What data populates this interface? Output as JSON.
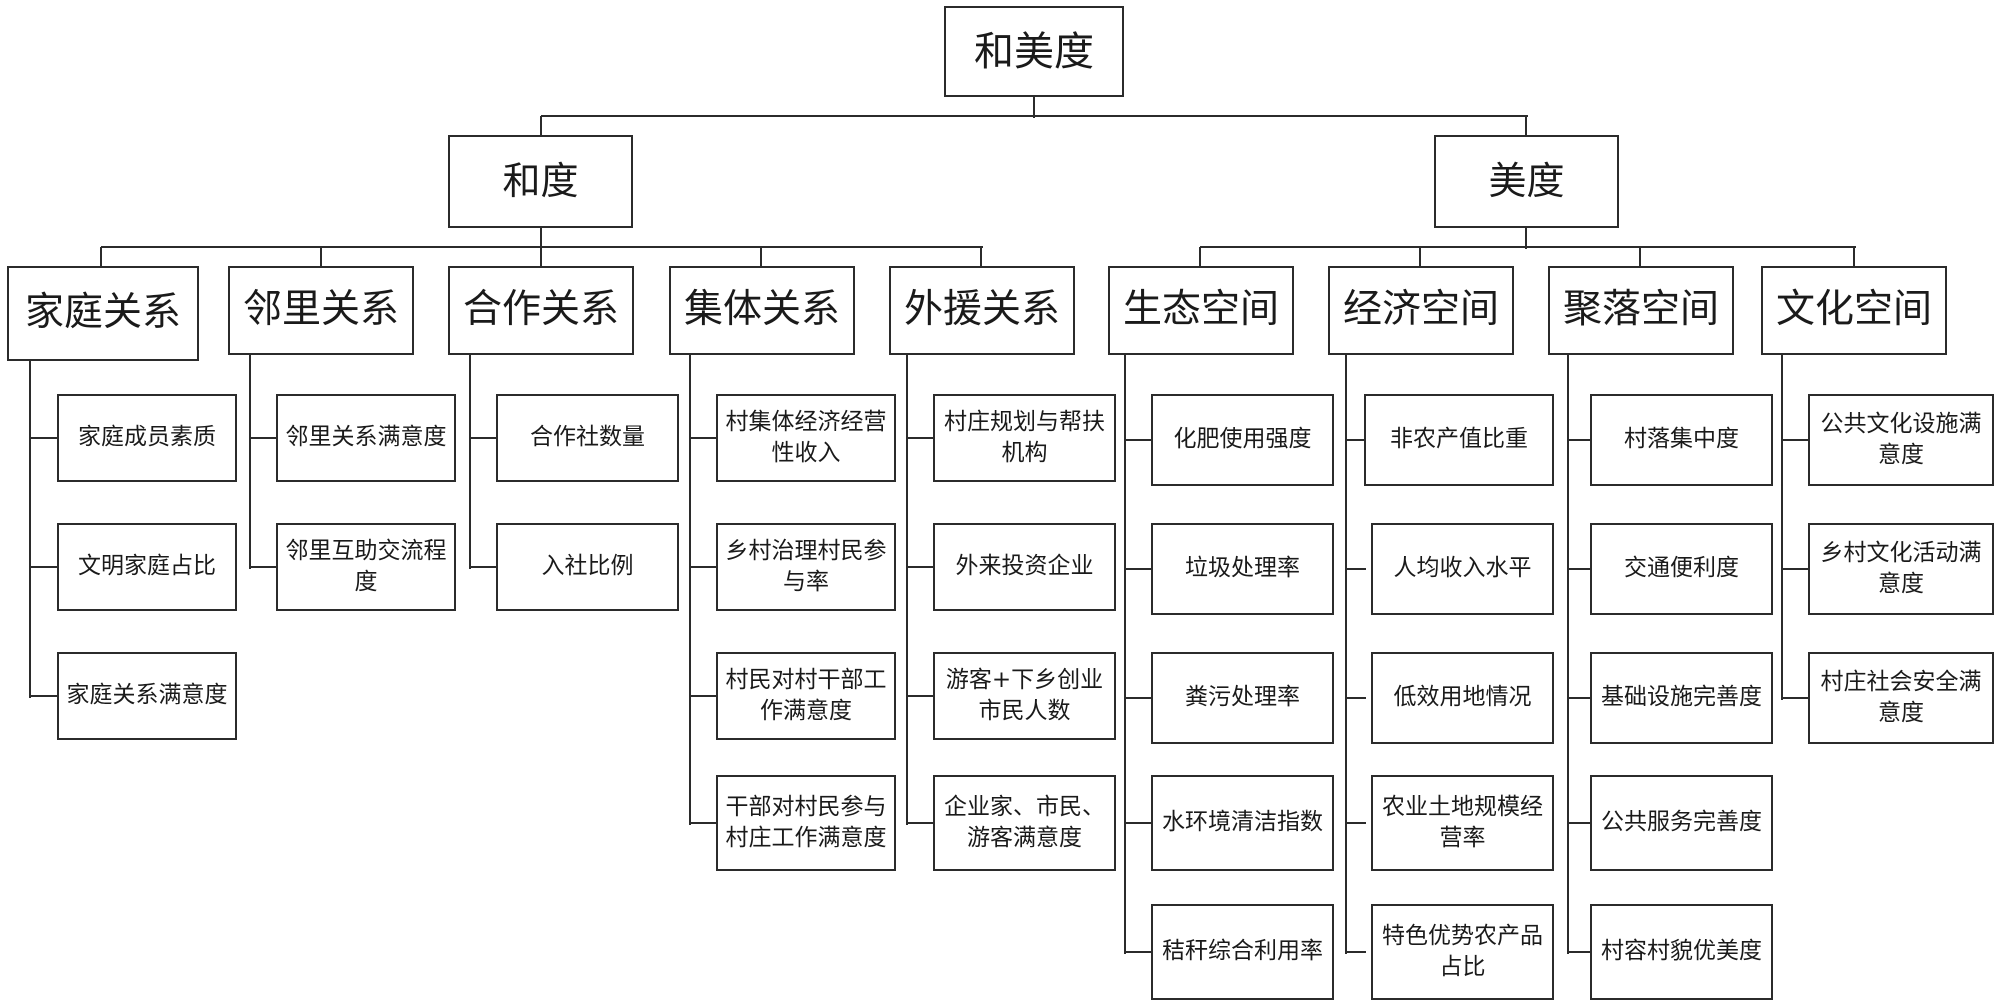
{
  "root": "和美度",
  "groups": [
    {
      "label": "和度",
      "categories": [
        {
          "label": "家庭关系",
          "items": [
            "家庭成员素质",
            "文明家庭占比",
            "家庭关系满意度"
          ]
        },
        {
          "label": "邻里关系",
          "items": [
            "邻里关系满意度",
            "邻里互助交流程度"
          ]
        },
        {
          "label": "合作关系",
          "items": [
            "合作社数量",
            "入社比例"
          ]
        },
        {
          "label": "集体关系",
          "items": [
            "村集体经济经营性收入",
            "乡村治理村民参与率",
            "村民对村干部工作满意度",
            "干部对村民参与村庄工作满意度"
          ]
        },
        {
          "label": "外援关系",
          "items": [
            "村庄规划与帮扶机构",
            "外来投资企业",
            "游客+下乡创业市民人数",
            "企业家、市民、游客满意度"
          ]
        }
      ]
    },
    {
      "label": "美度",
      "categories": [
        {
          "label": "生态空间",
          "items": [
            "化肥使用强度",
            "垃圾处理率",
            "粪污处理率",
            "水环境清洁指数",
            "秸秆综合利用率"
          ]
        },
        {
          "label": "经济空间",
          "items": [
            "非农产值比重",
            "人均收入水平",
            "低效用地情况",
            "农业土地规模经营率",
            "特色优势农产品占比"
          ]
        },
        {
          "label": "聚落空间",
          "items": [
            "村落集中度",
            "交通便利度",
            "基础设施完善度",
            "公共服务完善度",
            "村容村貌优美度"
          ]
        },
        {
          "label": "文化空间",
          "items": [
            "公共文化设施满意度",
            "乡村文化活动满意度",
            "村庄社会安全满意度"
          ]
        }
      ]
    }
  ]
}
